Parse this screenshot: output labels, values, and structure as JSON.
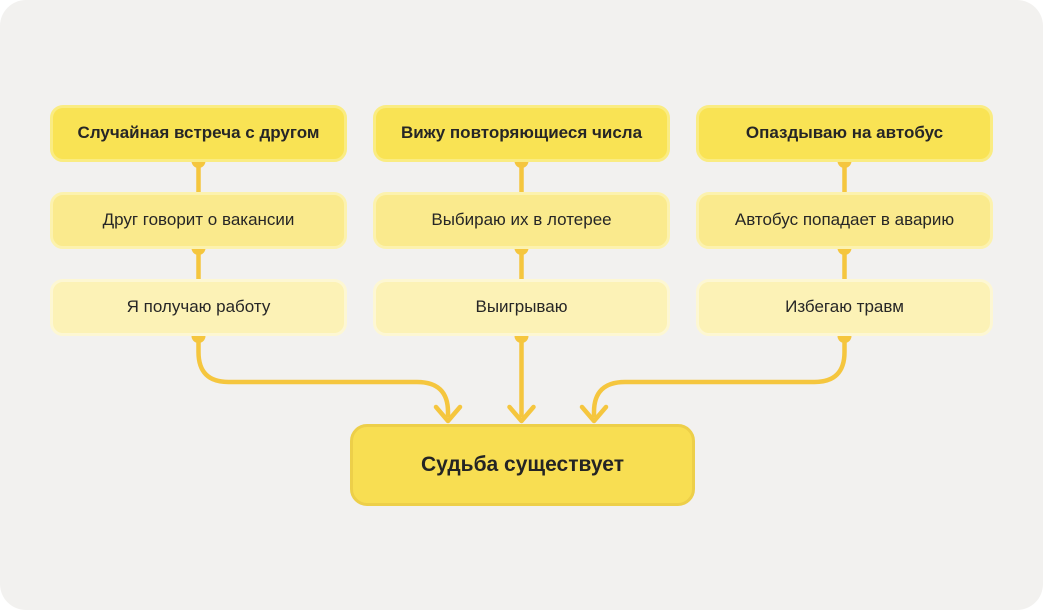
{
  "title": "Flowchart: confirmation-bias chains leading to a conclusion",
  "colors": {
    "canvas_background": "#F2F1EF",
    "connector": "#F5C63E",
    "row1_fill": "#F9E354",
    "row1_border": "#FAEC82",
    "row2_fill": "#FAEA8D",
    "row2_border": "#FCF2AE",
    "row3_fill": "#FCF2B6",
    "row3_border": "#FDF7D3",
    "conclusion_fill": "#F8DE52",
    "conclusion_border": "#EDCF49",
    "text": "#262626"
  },
  "columns": [
    {
      "steps": [
        {
          "label": "Случайная встреча с другом",
          "emphasis": true
        },
        {
          "label": "Друг говорит о вакансии",
          "emphasis": false
        },
        {
          "label": "Я получаю работу",
          "emphasis": false
        }
      ]
    },
    {
      "steps": [
        {
          "label": "Вижу повторяющиеся числа",
          "emphasis": true
        },
        {
          "label": "Выбираю их в лотерее",
          "emphasis": false
        },
        {
          "label": "Выигрываю",
          "emphasis": false
        }
      ]
    },
    {
      "steps": [
        {
          "label": "Опаздываю на автобус",
          "emphasis": true
        },
        {
          "label": "Автобус попадает в аварию",
          "emphasis": false
        },
        {
          "label": "Избегаю травм",
          "emphasis": false
        }
      ]
    }
  ],
  "conclusion": {
    "label": "Судьба существует"
  }
}
